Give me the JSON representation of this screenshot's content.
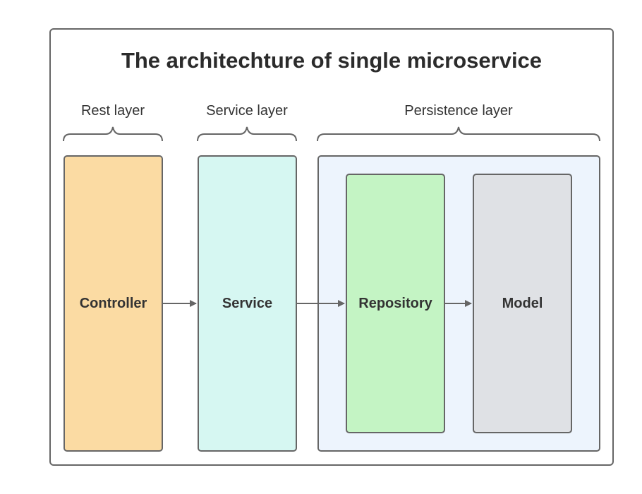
{
  "title": "The architechture of single microservice",
  "layers": {
    "rest": "Rest layer",
    "service": "Service layer",
    "persistence": "Persistence layer"
  },
  "blocks": {
    "controller": "Controller",
    "service": "Service",
    "repository": "Repository",
    "model": "Model"
  },
  "colors": {
    "controller": "#fbdba3",
    "service": "#d6f7f2",
    "persistence": "#edf4fd",
    "repository": "#c4f4c4",
    "model": "#dfe1e5",
    "stroke": "#666666"
  },
  "edges": [
    {
      "from": "Controller",
      "to": "Service"
    },
    {
      "from": "Service",
      "to": "Repository"
    },
    {
      "from": "Repository",
      "to": "Model"
    }
  ]
}
